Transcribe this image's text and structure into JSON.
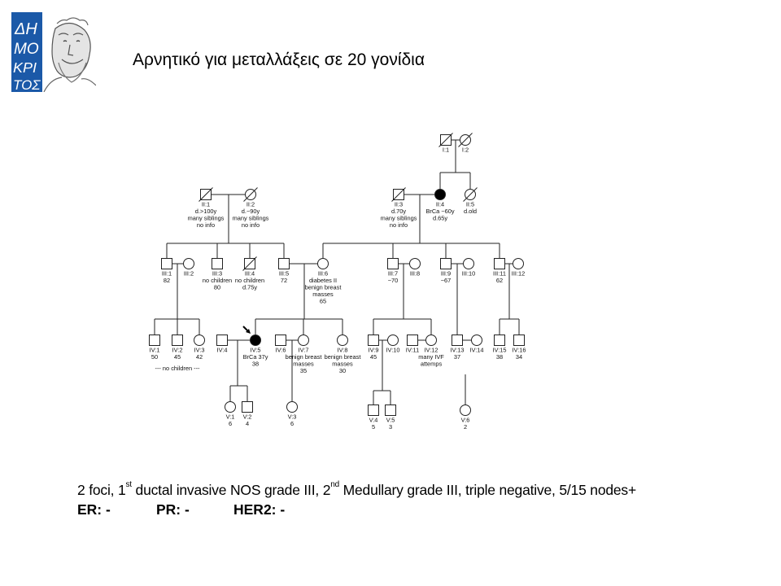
{
  "logo": {
    "letters": [
      "ΔΗ",
      "ΜΟ",
      "ΚΡΙ",
      "ΤΟΣ"
    ]
  },
  "title": "Αρνητικό για μεταλλάξεις σε 20 γονίδια",
  "pedigree": {
    "individuals": [
      {
        "id": "I:1",
        "sex": "male",
        "deceased": true,
        "affected": false,
        "notes": []
      },
      {
        "id": "I:2",
        "sex": "female",
        "deceased": true,
        "affected": false,
        "notes": []
      },
      {
        "id": "II:1",
        "sex": "male",
        "deceased": true,
        "affected": false,
        "notes": [
          "d.>100y",
          "many siblings",
          "no info"
        ]
      },
      {
        "id": "II:2",
        "sex": "female",
        "deceased": true,
        "affected": false,
        "notes": [
          "d.~90y",
          "many siblings",
          "no info"
        ]
      },
      {
        "id": "II:3",
        "sex": "male",
        "deceased": true,
        "affected": false,
        "notes": [
          "d.70y",
          "many siblings",
          "no info"
        ]
      },
      {
        "id": "II:4",
        "sex": "female",
        "deceased": false,
        "affected": true,
        "notes": [
          "BrCa ~60y",
          "d.65y"
        ]
      },
      {
        "id": "II:5",
        "sex": "female",
        "deceased": true,
        "affected": false,
        "notes": [
          "d.old"
        ]
      },
      {
        "id": "III:1",
        "sex": "male",
        "deceased": false,
        "affected": false,
        "notes": [
          "82"
        ]
      },
      {
        "id": "III:2",
        "sex": "female",
        "deceased": false,
        "affected": false,
        "notes": []
      },
      {
        "id": "III:3",
        "sex": "male",
        "deceased": false,
        "affected": false,
        "notes": [
          "no children",
          "80"
        ]
      },
      {
        "id": "III:4",
        "sex": "male",
        "deceased": true,
        "affected": false,
        "notes": [
          "no children",
          "d.75y"
        ]
      },
      {
        "id": "III:5",
        "sex": "male",
        "deceased": false,
        "affected": false,
        "notes": [
          "72"
        ]
      },
      {
        "id": "III:6",
        "sex": "female",
        "deceased": false,
        "affected": false,
        "notes": [
          "diabetes II",
          "benign breast",
          "masses",
          "65"
        ]
      },
      {
        "id": "III:7",
        "sex": "male",
        "deceased": false,
        "affected": false,
        "notes": [
          "~70"
        ]
      },
      {
        "id": "III:8",
        "sex": "female",
        "deceased": false,
        "affected": false,
        "notes": []
      },
      {
        "id": "III:9",
        "sex": "male",
        "deceased": false,
        "affected": false,
        "notes": [
          "~67"
        ]
      },
      {
        "id": "III:10",
        "sex": "female",
        "deceased": false,
        "affected": false,
        "notes": []
      },
      {
        "id": "III:11",
        "sex": "male",
        "deceased": false,
        "affected": false,
        "notes": [
          "62"
        ]
      },
      {
        "id": "III:12",
        "sex": "female",
        "deceased": false,
        "affected": false,
        "notes": []
      },
      {
        "id": "IV:1",
        "sex": "male",
        "deceased": false,
        "affected": false,
        "notes": [
          "50"
        ]
      },
      {
        "id": "IV:2",
        "sex": "male",
        "deceased": false,
        "affected": false,
        "notes": [
          "45"
        ]
      },
      {
        "id": "IV:3",
        "sex": "female",
        "deceased": false,
        "affected": false,
        "notes": [
          "42"
        ]
      },
      {
        "id": "IV:4",
        "sex": "male",
        "deceased": false,
        "affected": false,
        "notes": []
      },
      {
        "id": "IV:5",
        "sex": "female",
        "deceased": false,
        "affected": true,
        "proband": true,
        "notes": [
          "BrCa 37y",
          "38"
        ]
      },
      {
        "id": "IV:6",
        "sex": "male",
        "deceased": false,
        "affected": false,
        "notes": []
      },
      {
        "id": "IV:7",
        "sex": "female",
        "deceased": false,
        "affected": false,
        "notes": [
          "benign breast",
          "masses",
          "35"
        ]
      },
      {
        "id": "IV:8",
        "sex": "female",
        "deceased": false,
        "affected": false,
        "notes": [
          "benign breast",
          "masses",
          "30"
        ]
      },
      {
        "id": "IV:9",
        "sex": "male",
        "deceased": false,
        "affected": false,
        "notes": [
          "45"
        ]
      },
      {
        "id": "IV:10",
        "sex": "female",
        "deceased": false,
        "affected": false,
        "notes": []
      },
      {
        "id": "IV:11",
        "sex": "male",
        "deceased": false,
        "affected": false,
        "notes": []
      },
      {
        "id": "IV:12",
        "sex": "female",
        "deceased": false,
        "affected": false,
        "notes": [
          "many IVF",
          "attemps"
        ]
      },
      {
        "id": "IV:13",
        "sex": "male",
        "deceased": false,
        "affected": false,
        "notes": [
          "37"
        ]
      },
      {
        "id": "IV:14",
        "sex": "female",
        "deceased": false,
        "affected": false,
        "notes": []
      },
      {
        "id": "IV:15",
        "sex": "male",
        "deceased": false,
        "affected": false,
        "notes": [
          "38"
        ]
      },
      {
        "id": "IV:16",
        "sex": "male",
        "deceased": false,
        "affected": false,
        "notes": [
          "34"
        ]
      },
      {
        "id": "V:1",
        "sex": "female",
        "deceased": false,
        "affected": false,
        "notes": [
          "6"
        ]
      },
      {
        "id": "V:2",
        "sex": "male",
        "deceased": false,
        "affected": false,
        "notes": [
          "4"
        ]
      },
      {
        "id": "V:3",
        "sex": "female",
        "deceased": false,
        "affected": false,
        "notes": [
          "6"
        ]
      },
      {
        "id": "V:4",
        "sex": "male",
        "deceased": false,
        "affected": false,
        "notes": [
          "5"
        ]
      },
      {
        "id": "V:5",
        "sex": "male",
        "deceased": false,
        "affected": false,
        "notes": [
          "3"
        ]
      },
      {
        "id": "V:6",
        "sex": "female",
        "deceased": false,
        "affected": false,
        "notes": [
          "2"
        ]
      }
    ],
    "annotations": [
      "--- no children ---"
    ]
  },
  "caption": {
    "part1": "2 foci, 1",
    "sup1": "st",
    "part2": " ductal invasive NOS grade III, 2",
    "sup2": "nd",
    "part3": "  Medullary grade III, triple negative, 5/15 nodes+"
  },
  "receptors": [
    "ER: -",
    "PR: -",
    "HER2: -"
  ]
}
